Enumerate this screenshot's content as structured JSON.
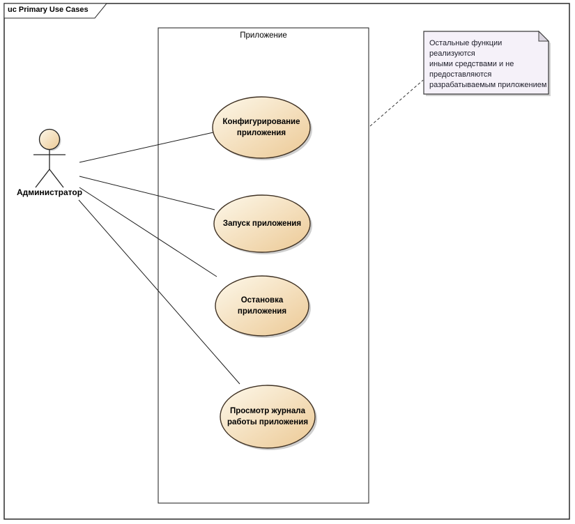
{
  "frame": {
    "title": "uc Primary Use Cases"
  },
  "system_boundary": {
    "label": "Приложение"
  },
  "actor": {
    "label": "Администратор"
  },
  "use_cases": [
    {
      "label": "Конфигурирование\nприложения"
    },
    {
      "label": "Запуск приложения"
    },
    {
      "label": "Остановка\nприложения"
    },
    {
      "label": "Просмотр журнала\nработы приложения"
    }
  ],
  "note": {
    "text": "Остальные функции реализуются\nиными средствами и не\nпредоставляются\nразрабатываемым приложением"
  },
  "relationships": [
    {
      "type": "association",
      "from": "Администратор",
      "to": "Конфигурирование приложения"
    },
    {
      "type": "association",
      "from": "Администратор",
      "to": "Запуск приложения"
    },
    {
      "type": "association",
      "from": "Администратор",
      "to": "Остановка приложения"
    },
    {
      "type": "association",
      "from": "Администратор",
      "to": "Просмотр журнала работы приложения"
    },
    {
      "type": "note-link",
      "from": "Приложение",
      "to": "Остальные функции реализуются иными средствами и не предоставляются разрабатываемым приложением"
    }
  ],
  "colors": {
    "use_case_fill_start": "#FDF8EA",
    "use_case_fill_end": "#ECC995",
    "use_case_stroke": "#3F3123",
    "shadow": "#ADADAD",
    "note_fill": "#F5F1F9",
    "note_fold": "#D9D4DE",
    "line": "#1A1A1A",
    "frame_stroke": "#2B2B2B"
  }
}
